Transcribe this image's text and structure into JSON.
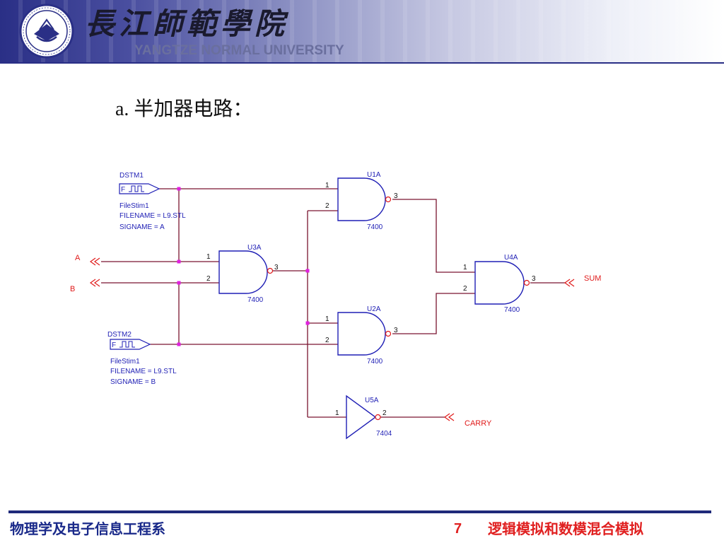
{
  "header": {
    "school_name": "長江師範學院",
    "school_name_en": "YANGTZE NORMAL UNIVERSITY",
    "logo": "university-emblem"
  },
  "slide": {
    "title": "a. 半加器电路："
  },
  "schematic": {
    "colors": {
      "wire": "#7a1530",
      "gate": "#1f1fb5",
      "label": "#1f1fb5",
      "port": "#e01a1a",
      "junction": "#e020e0"
    },
    "stimuli": [
      {
        "ref": "DSTM1",
        "symbol": "F",
        "model": "FileStim1",
        "filename": "FILENAME = L9.STL",
        "signame": "SIGNAME = A"
      },
      {
        "ref": "DSTM2",
        "symbol": "F",
        "model": "FileStim1",
        "filename": "FILENAME = L9.STL",
        "signame": "SIGNAME = B"
      }
    ],
    "ports": {
      "a": "A",
      "b": "B",
      "sum": "SUM",
      "carry": "CARRY"
    },
    "gates": [
      {
        "ref": "U1A",
        "part": "7400",
        "pins": [
          "1",
          "2",
          "3"
        ]
      },
      {
        "ref": "U2A",
        "part": "7400",
        "pins": [
          "1",
          "2",
          "3"
        ]
      },
      {
        "ref": "U3A",
        "part": "7400",
        "pins": [
          "1",
          "2",
          "3"
        ]
      },
      {
        "ref": "U4A",
        "part": "7400",
        "pins": [
          "1",
          "2",
          "3"
        ]
      },
      {
        "ref": "U5A",
        "part": "7404",
        "pins": [
          "1",
          "2"
        ]
      }
    ]
  },
  "footer": {
    "department": "物理学及电子信息工程系",
    "page_number": "7",
    "chapter": "逻辑模拟和数模混合模拟"
  }
}
